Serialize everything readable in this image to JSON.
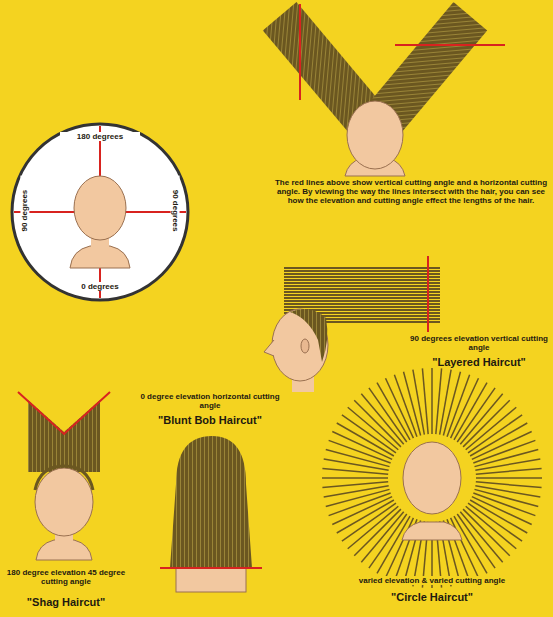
{
  "diagram": {
    "labels": [
      "180 degrees",
      "The red lines above show vertical cutting angle and a horizontal cutting angle. By viewing the way the lines intersect with the hair, you can see how the elevation and cutting angle effect the lengths of the hair.",
      "90 degrees",
      "90 degrees",
      "0 degrees",
      "90 degrees elevation vertical cutting angle",
      "\"Layered Haircut\"",
      "0 degree elevation horizontal cutting angle",
      "\"Blunt Bob Haircut\"",
      "180 degree elevation 45 degree cutting angle",
      "\"Shag Haircut\"",
      "varied elevation & varied cutting angle",
      "\"Circle Haircut\""
    ]
  }
}
